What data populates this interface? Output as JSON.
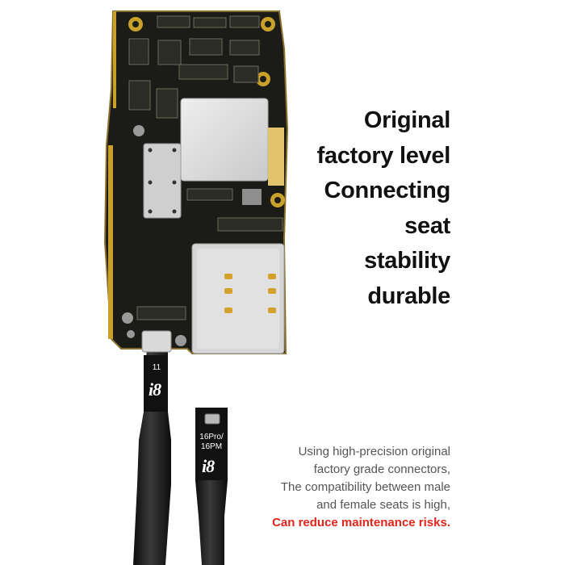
{
  "headline": {
    "lines": [
      "Original",
      "factory level",
      "Connecting",
      "seat",
      "stability",
      "durable"
    ]
  },
  "description": {
    "lines": [
      "Using high-precision original",
      "factory grade connectors,",
      "The compatibility between male",
      "and female seats is high,"
    ],
    "highlight": "Can reduce maintenance risks."
  },
  "cable_left": {
    "model": "11",
    "logo": "i8"
  },
  "cable_right": {
    "model_line1": "16Pro/",
    "model_line2": "16PM",
    "logo": "i8"
  },
  "colors": {
    "background": "#ffffff",
    "headline_text": "#111111",
    "description_text": "#555555",
    "highlight_text": "#e0251b",
    "board": "#1b1c18",
    "gold": "#c9a02a",
    "cable": "#1a1a1a",
    "shield": "#d8d8d8"
  }
}
